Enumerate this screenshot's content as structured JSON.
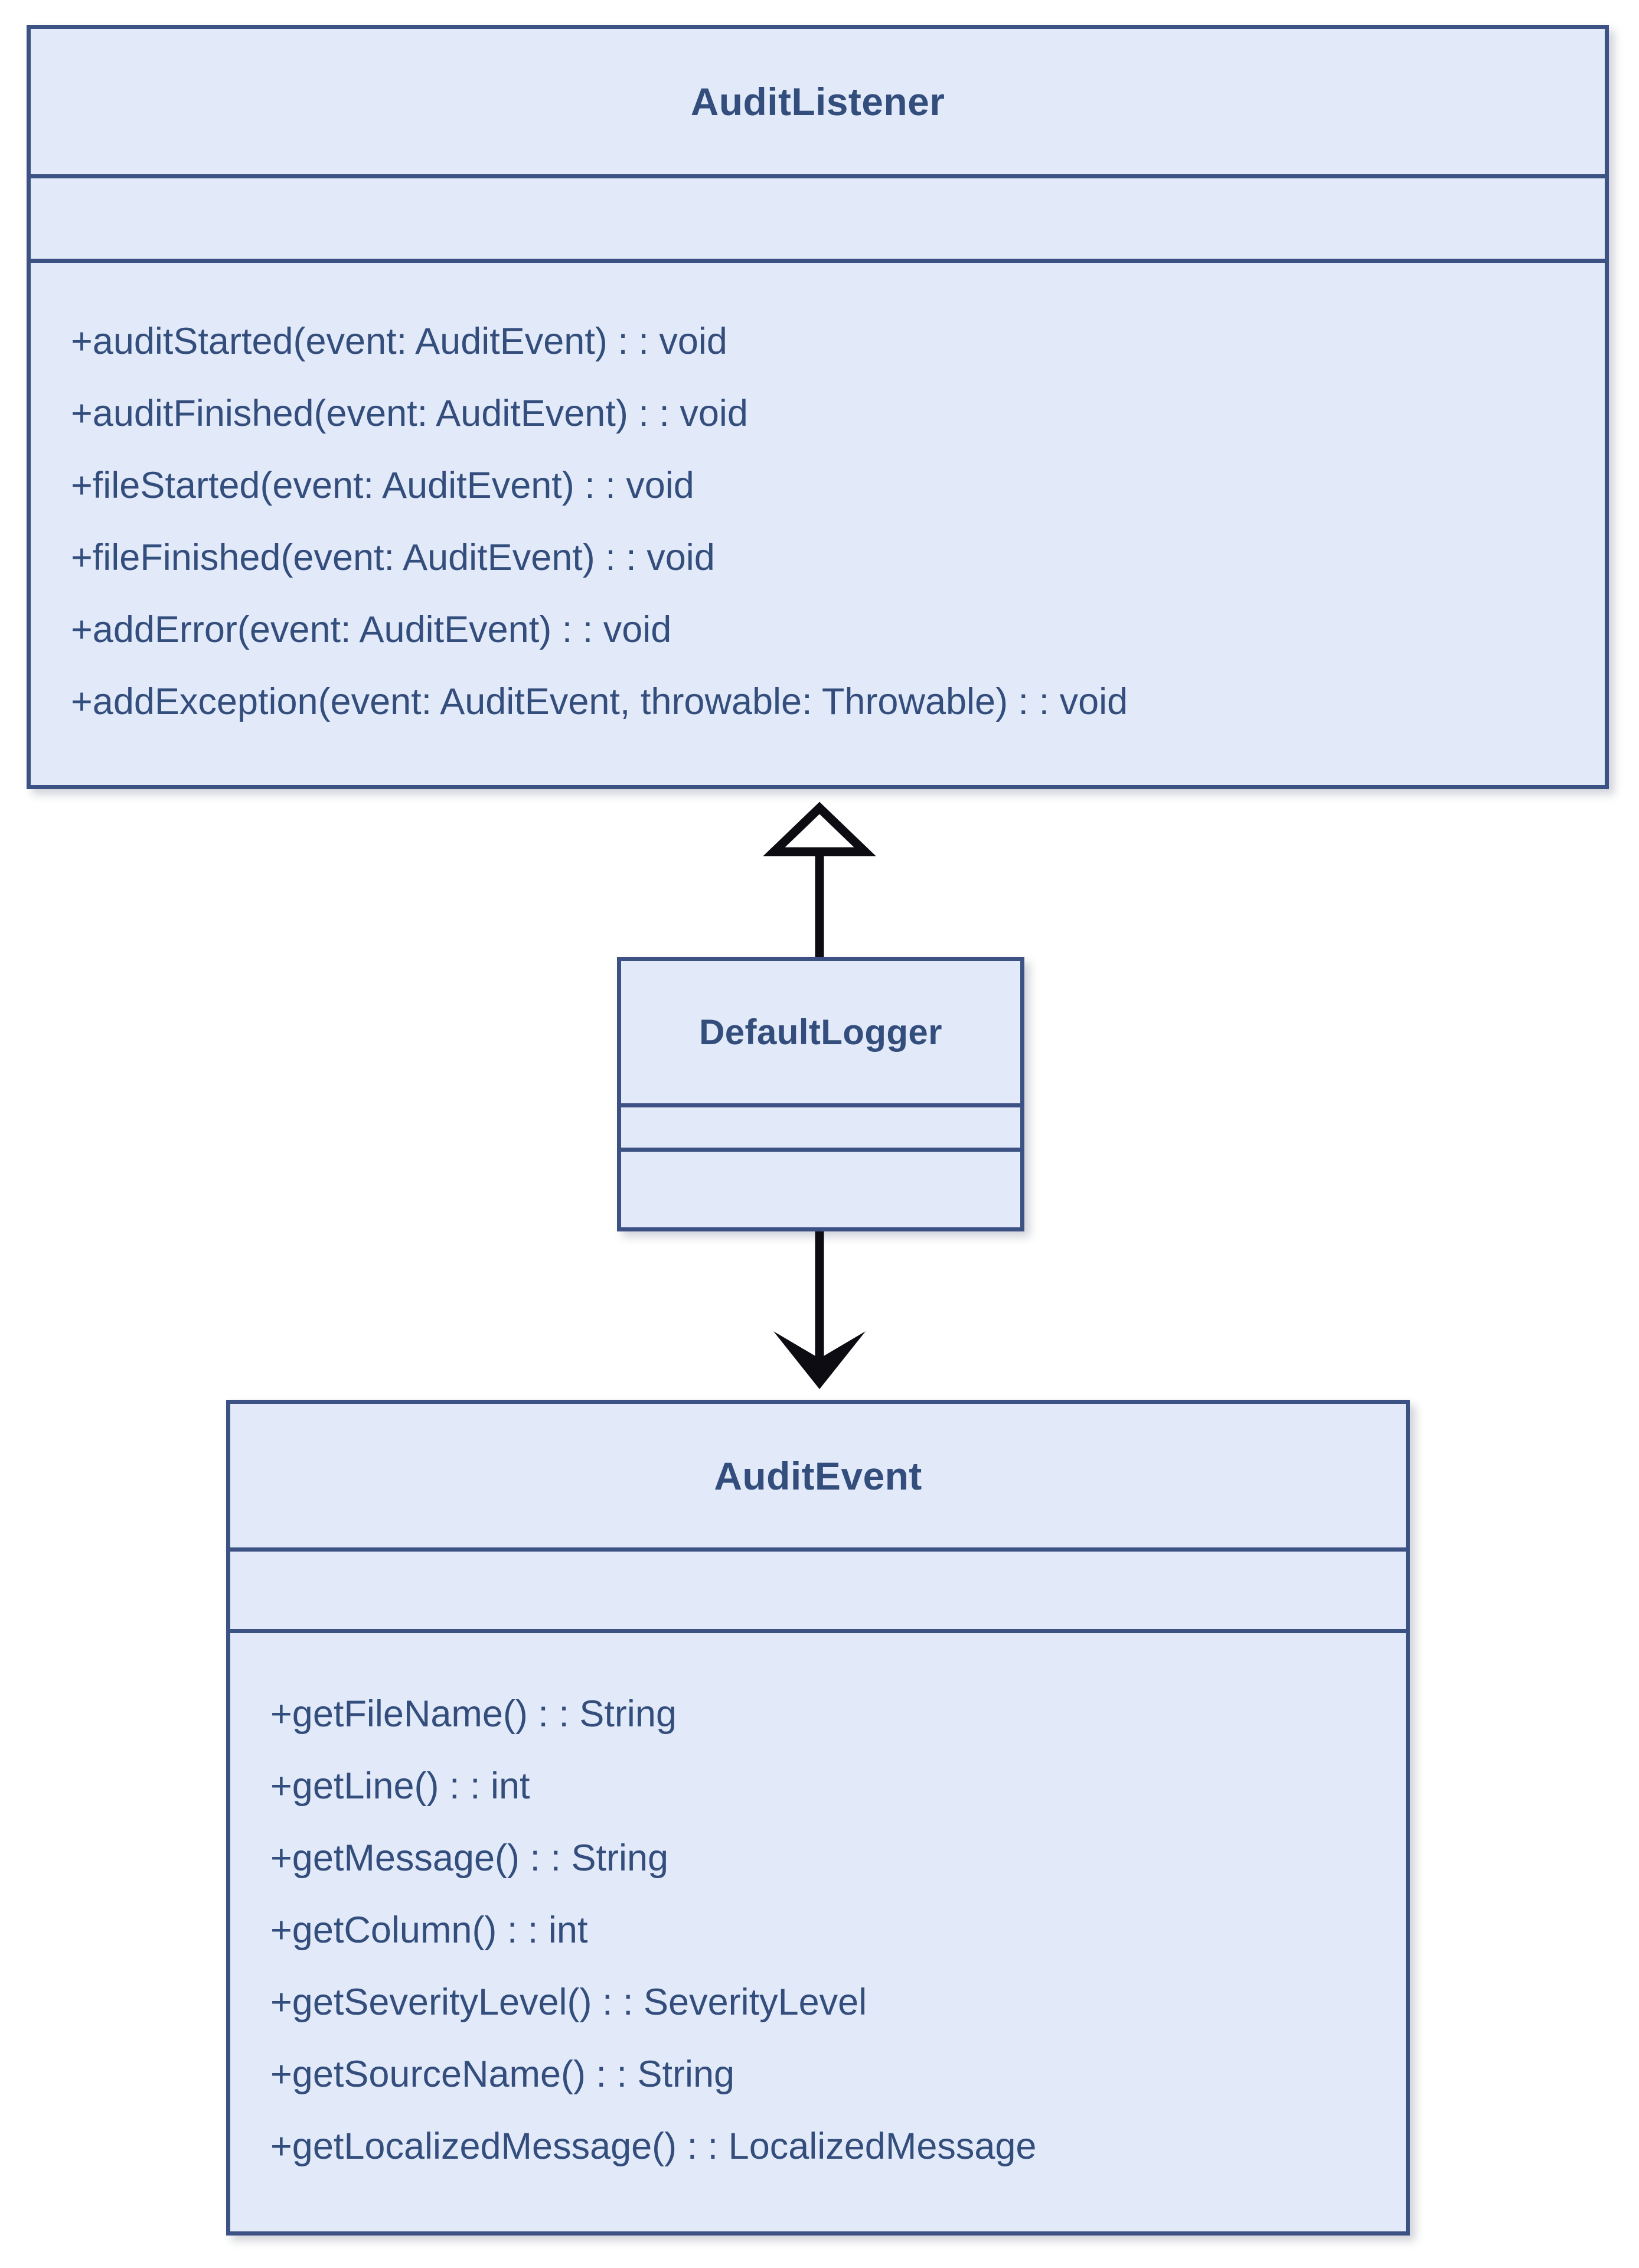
{
  "diagram": {
    "kind": "uml-class-diagram",
    "background_color": "#ffffff",
    "box_fill_color": "#e2e9f8",
    "box_border_color": "#3d5284",
    "text_color": "#334e7c",
    "connector_color": "#000000"
  },
  "classes": {
    "audit_listener": {
      "name": "AuditListener",
      "attributes": [],
      "methods": [
        "+auditStarted(event: AuditEvent) : : void",
        "+auditFinished(event: AuditEvent) : : void",
        "+fileStarted(event: AuditEvent) : : void",
        "+fileFinished(event: AuditEvent) : : void",
        "+addError(event: AuditEvent) : : void",
        "+addException(event: AuditEvent, throwable: Throwable) : : void"
      ]
    },
    "default_logger": {
      "name": "DefaultLogger",
      "attributes": [],
      "methods": []
    },
    "audit_event": {
      "name": "AuditEvent",
      "attributes": [],
      "methods": [
        "+getFileName() : : String",
        "+getLine() : : int",
        "+getMessage() : : String",
        "+getColumn() : : int",
        "+getSeverityLevel() : : SeverityLevel",
        "+getSourceName() : : String",
        "+getLocalizedMessage() : : LocalizedMessage"
      ]
    }
  },
  "connectors": [
    {
      "id": "generalization",
      "from": "DefaultLogger",
      "to": "AuditListener",
      "arrowhead": "hollow-triangle",
      "line": "solid"
    },
    {
      "id": "dependency",
      "from": "DefaultLogger",
      "to": "AuditEvent",
      "arrowhead": "filled-open-arrow",
      "line": "solid"
    }
  ]
}
